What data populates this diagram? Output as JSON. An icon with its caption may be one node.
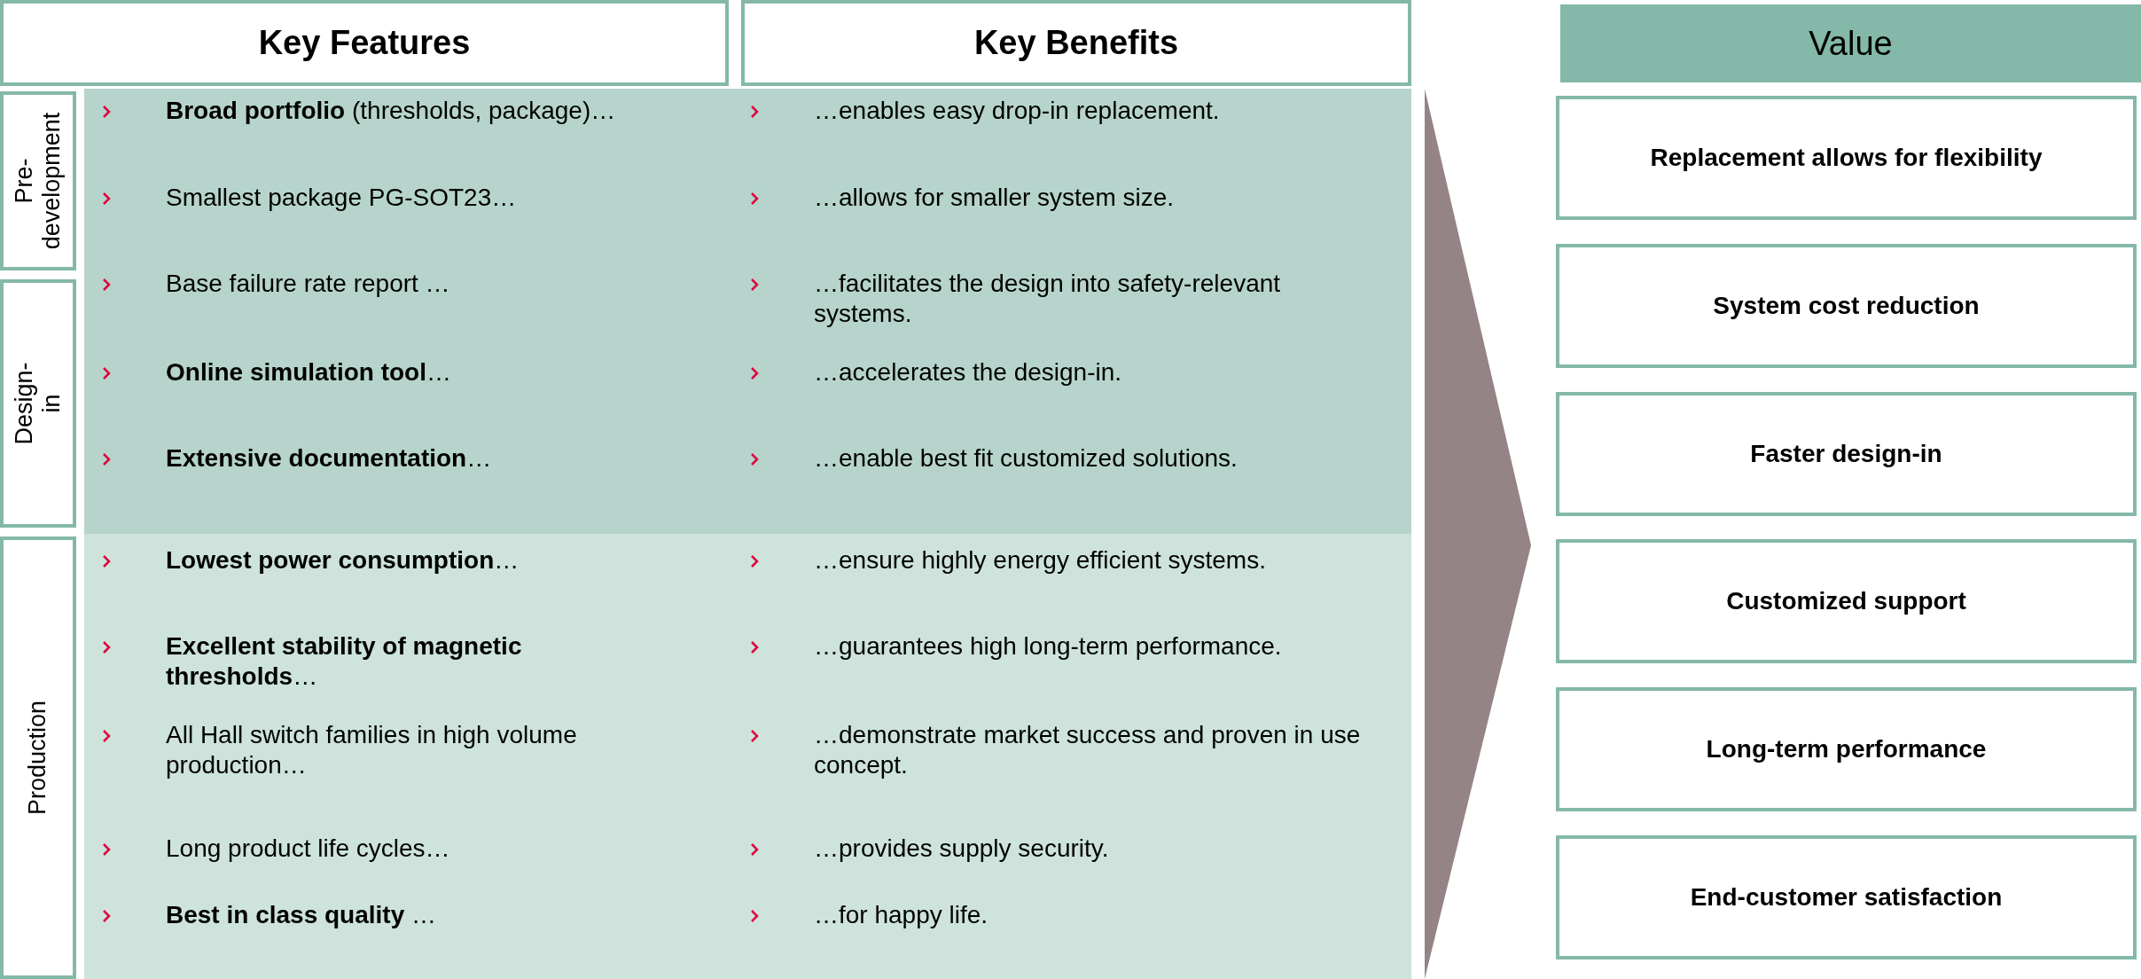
{
  "diagram": {
    "nodes": [
      {
        "text": [
          "Key Features"
        ]
      },
      {
        "text": [
          "Key Benefits"
        ]
      },
      {
        "text": [
          "Value"
        ]
      },
      {
        "text": [
          "Pre-development"
        ]
      },
      {
        "text": [
          "Design-in"
        ]
      },
      {
        "text": [
          "Production"
        ]
      },
      {
        "text": [
          "Replacement allows for flexibility"
        ]
      },
      {
        "text": [
          "System cost reduction"
        ]
      },
      {
        "text": [
          "Faster design-in"
        ]
      },
      {
        "text": [
          "Customized support"
        ]
      },
      {
        "text": [
          "Long-term performance"
        ]
      },
      {
        "text": [
          "End-customer satisfaction"
        ]
      }
    ],
    "edges": [],
    "labels": [
      "**Broad portfolio** (thresholds, package)…",
      "…enables easy drop-in replacement.",
      "Smallest package PG-SOT23…",
      "…allows for smaller system size.",
      "Base failure rate report …",
      "…facilitates the design into safety-relevant systems.",
      "**Online simulation tool**…",
      "…accelerates the design-in.",
      "**Extensive documentation**…",
      "…enable best fit customized solutions.",
      "**Lowest power consumption**…",
      "…ensure highly energy efficient systems.",
      "**Excellent stability of magnetic thresholds**…",
      "…guarantees high long-term performance.",
      "All Hall switch families in high volume production…",
      "…demonstrate market success and proven in use concept.",
      "Long product life cycles…",
      "…provides supply security.",
      "**Best in class quality** …",
      "…for happy life."
    ]
  }
}
